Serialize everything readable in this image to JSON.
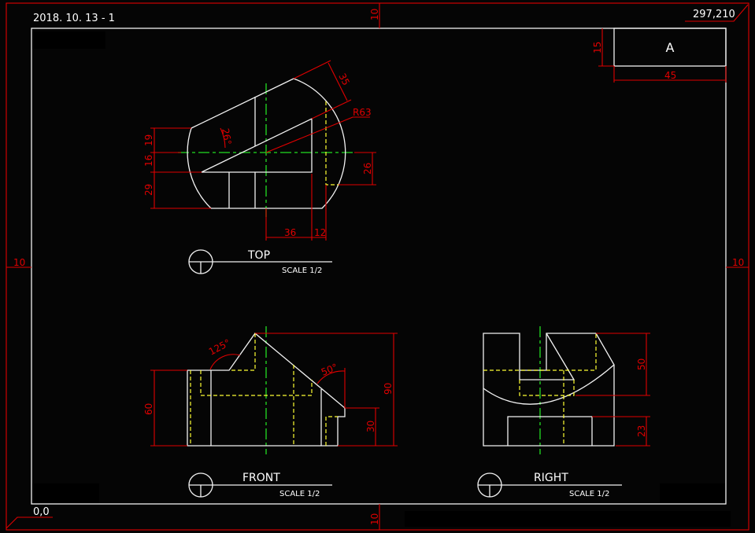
{
  "sheet": {
    "date_label": "2018. 10. 13 - 1",
    "size_label": "297,210",
    "origin_label": "0,0",
    "margin_top": "10",
    "margin_bottom": "10",
    "margin_left": "10",
    "margin_right": "10"
  },
  "title_block": {
    "letter": "A",
    "height_dim": "15",
    "width_dim": "45"
  },
  "views": {
    "top": {
      "name": "TOP",
      "scale": "SCALE 1/2",
      "dims": {
        "d19": "19",
        "d16": "16",
        "d29": "29",
        "d26": "26",
        "d36": "36",
        "d12": "12",
        "d35": "35",
        "r63": "R63",
        "a26": "26°"
      }
    },
    "front": {
      "name": "FRONT",
      "scale": "SCALE 1/2",
      "dims": {
        "d60": "60",
        "d90": "90",
        "d30": "30",
        "a125": "125°",
        "a50": "50°"
      }
    },
    "right": {
      "name": "RIGHT",
      "scale": "SCALE 1/2",
      "dims": {
        "d50": "50",
        "d23": "23"
      }
    }
  },
  "colors": {
    "outline": "#f2f2f2",
    "hidden": "#ffff33",
    "center": "#22dd22",
    "dimension": "#e00000"
  }
}
